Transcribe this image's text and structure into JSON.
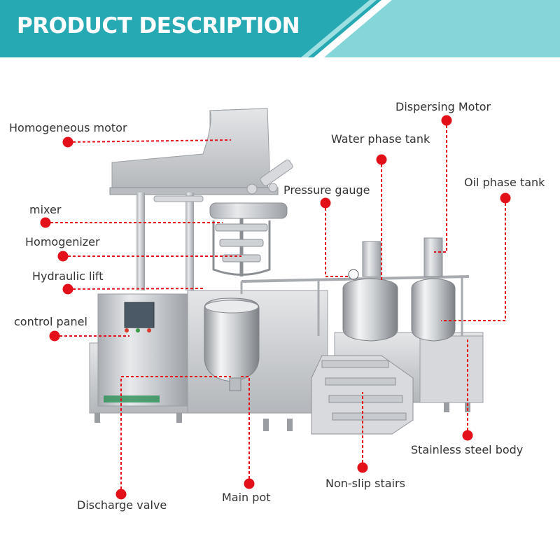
{
  "header": {
    "title": "PRODUCT DESCRIPTION"
  },
  "colors": {
    "banner": "#27a9b3",
    "banner_light": "#85d6d9",
    "dot": "#e3101a",
    "steel": "#c9ccd0"
  },
  "labels": {
    "homogeneous_motor": "Homogeneous motor",
    "mixer": "mixer",
    "homogenizer": "Homogenizer",
    "hydraulic_lift": "Hydraulic lift",
    "control_panel": "control panel",
    "dispersing_motor": "Dispersing Motor",
    "water_phase_tank": "Water phase tank",
    "pressure_gauge": "Pressure gauge",
    "oil_phase_tank": "Oil phase tank",
    "stainless_steel_body": "Stainless steel body",
    "non_slip_stairs": "Non-slip stairs",
    "main_pot": "Main pot",
    "discharge_valve": "Discharge valve"
  }
}
